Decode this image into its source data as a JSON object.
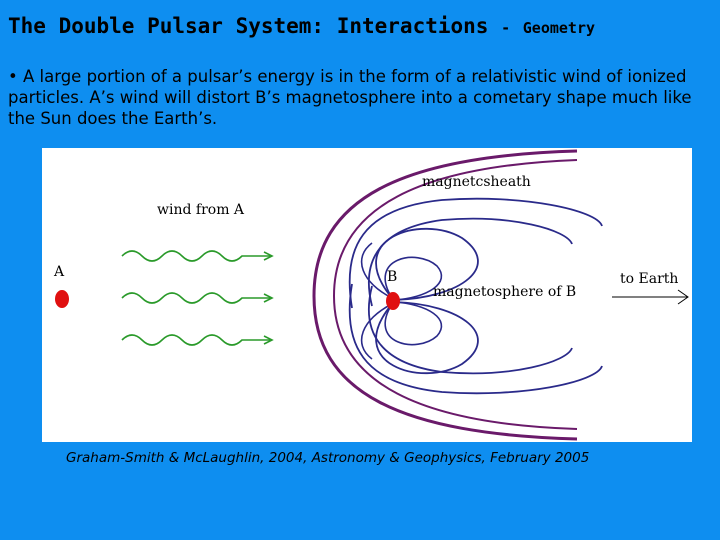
{
  "title": {
    "main": "The Double Pulsar System: Interactions",
    "separator": "-",
    "sub": "Geometry"
  },
  "bullet": {
    "marker": "•",
    "text": "A large portion of a pulsar’s energy is in the form of a relativistic wind of ionized particles. A’s wind will distort B’s magnetosphere into a cometary shape much like the Sun does the Earth’s."
  },
  "diagram": {
    "labels": {
      "magnetosheath": "magnetcsheath",
      "wind_from_a": "wind from A",
      "pulsar_a": "A",
      "pulsar_b": "B",
      "magnetosphere_b": "magnetosphere of B",
      "to_earth": "to Earth"
    },
    "colors": {
      "pulsar": "#e01010",
      "wind": "#2a9a2a",
      "field_lines": "#2a2a8a",
      "sheath": "#6a1a6a"
    }
  },
  "caption": "Graham-Smith & McLaughlin, 2004, Astronomy & Geophysics, February 2005"
}
